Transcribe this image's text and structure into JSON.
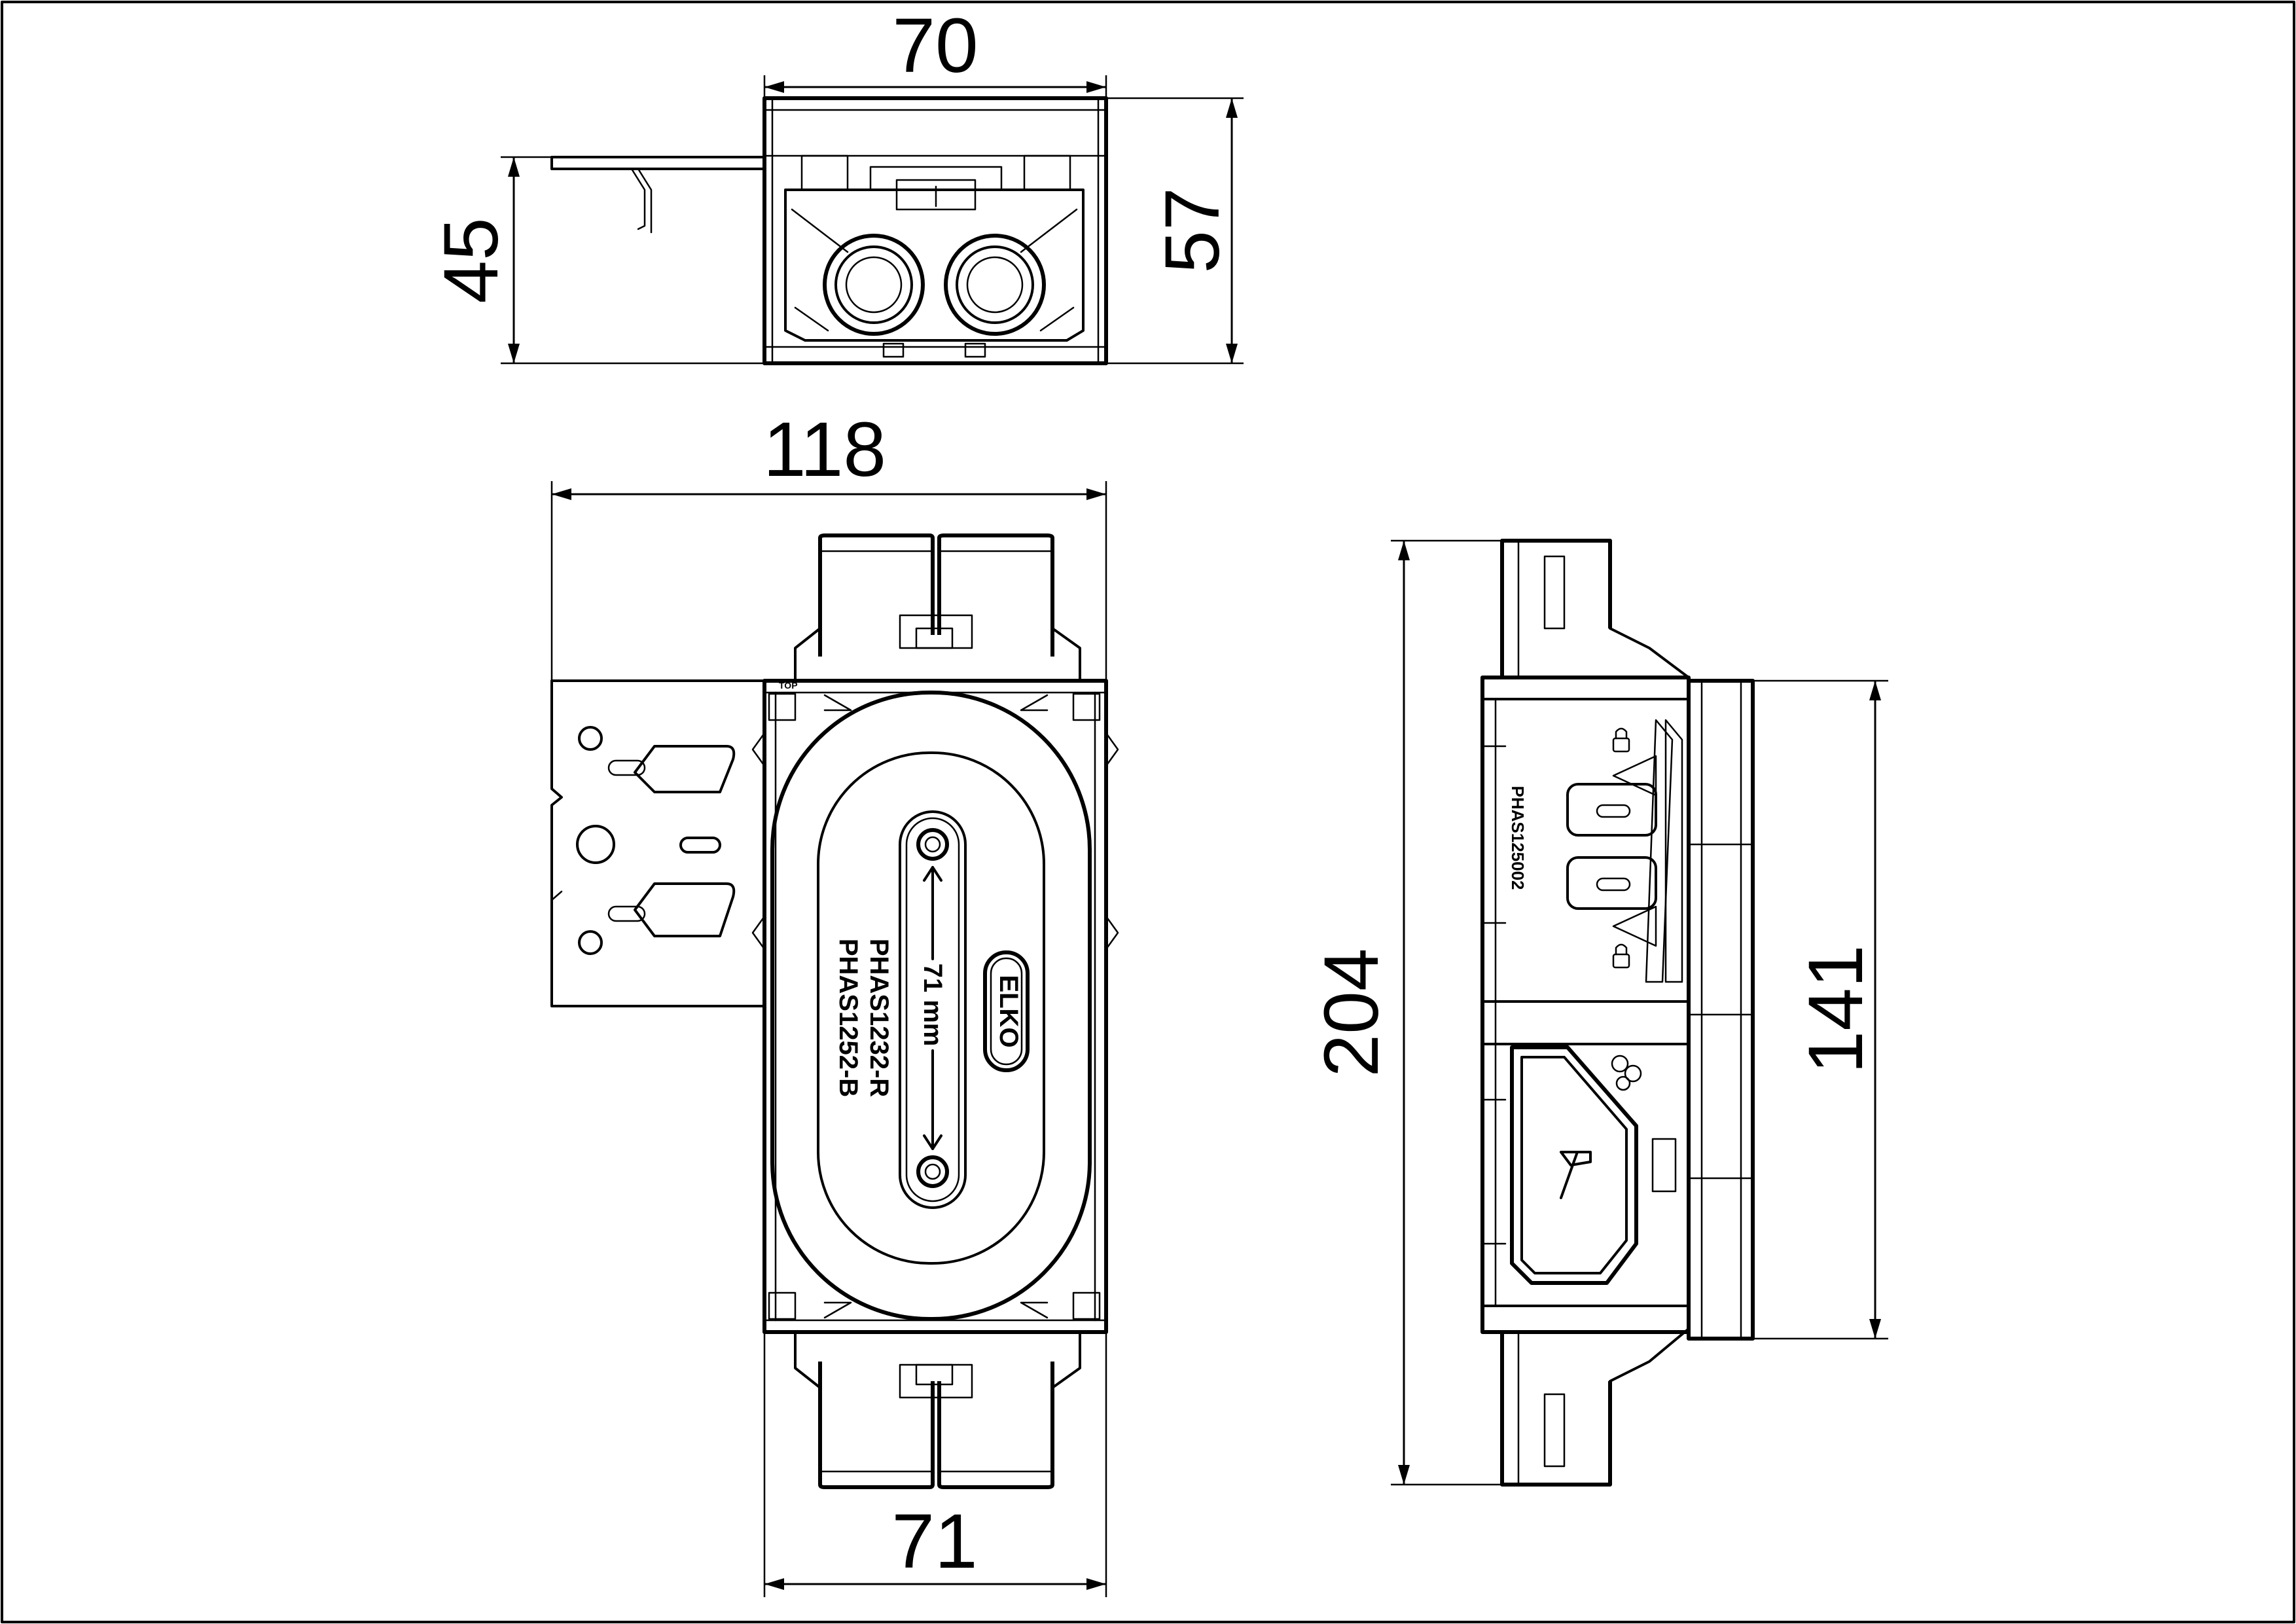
{
  "dimensions": {
    "top_width": "70",
    "top_left_height": "45",
    "top_right_height": "57",
    "front_width": "118",
    "front_bottom_width": "71",
    "side_height": "204",
    "side_right_height": "141"
  },
  "labels": {
    "center_distance": "71 mm",
    "article_r": "PHAS1232-R",
    "article_b": "PHAS1252-B",
    "brand": "ELKO",
    "side_article": "PHAS125002",
    "top_mark": "TOP"
  },
  "icons": [
    "hammer-icon",
    "lock-icon",
    "eco-icon"
  ]
}
